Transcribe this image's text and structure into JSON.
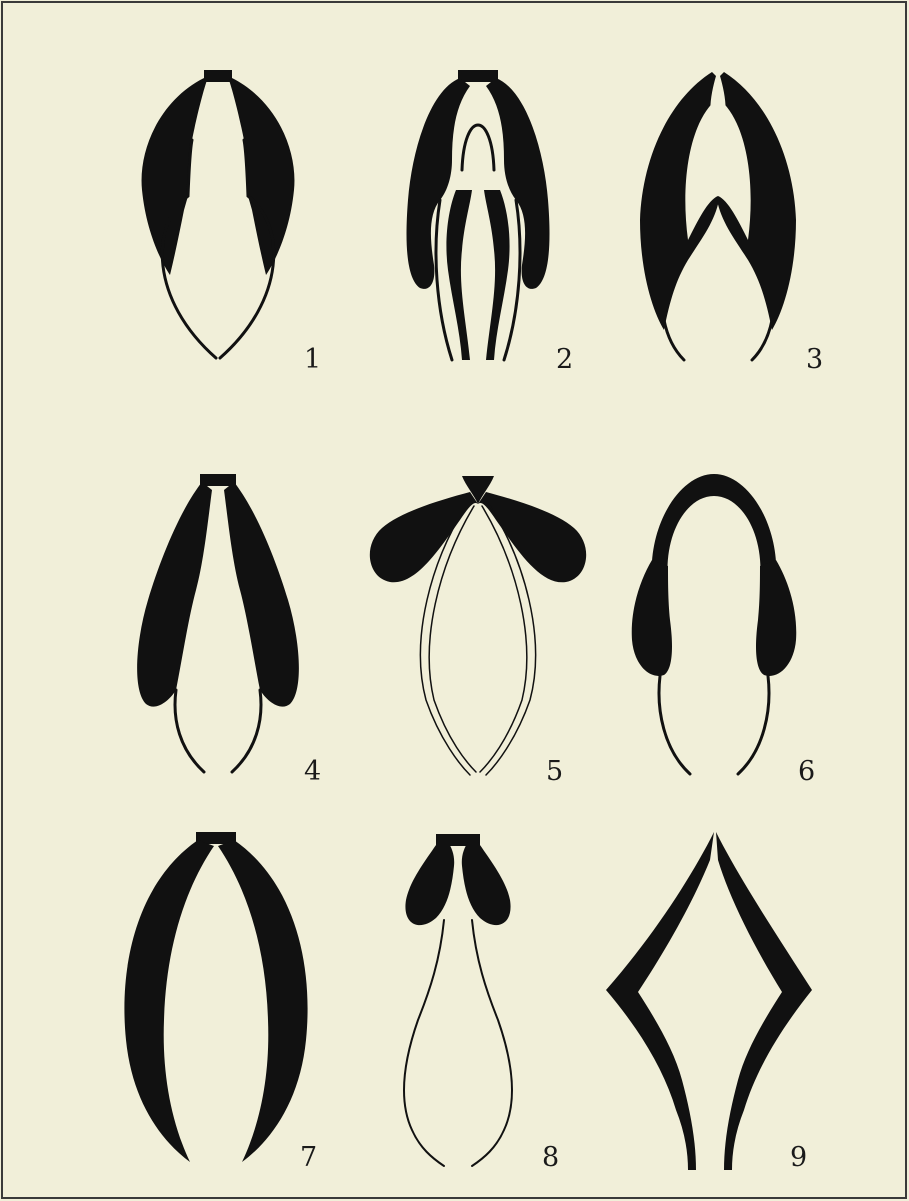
{
  "plate": {
    "background": "#f1efd9",
    "ink": "#111111",
    "frame": "#3a3a3a"
  },
  "figures": [
    {
      "label": "1",
      "shape": "ovate-outline-with-thick-upper-flanks"
    },
    {
      "label": "2",
      "shape": "tongs-with-inner-curled-lobes"
    },
    {
      "label": "3",
      "shape": "ovate-outline-with-long-thick-flanks"
    },
    {
      "label": "4",
      "shape": "narrow-outline-with-bulging-flanks"
    },
    {
      "label": "5",
      "shape": "y-fork-with-paired-teardrop-arms"
    },
    {
      "label": "6",
      "shape": "arch-with-pendant-lobes"
    },
    {
      "label": "7",
      "shape": "open-oval-crescents"
    },
    {
      "label": "8",
      "shape": "flask-with-paired-teardrop-arms"
    },
    {
      "label": "9",
      "shape": "diamond-with-thick-sides"
    }
  ]
}
